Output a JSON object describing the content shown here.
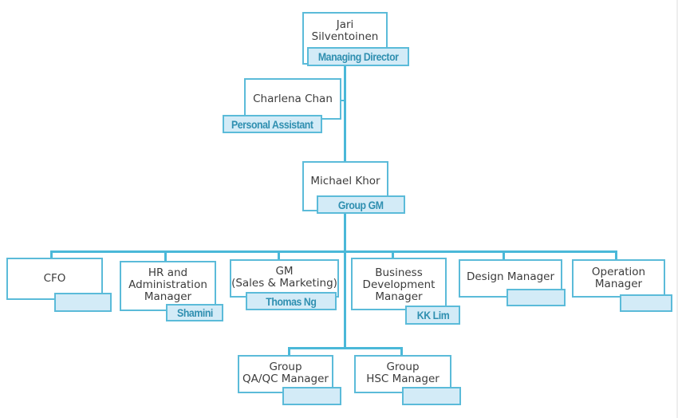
{
  "chart": {
    "title": "",
    "nodes": {
      "md": {
        "name": "Jari\nSilventoinen",
        "role": "Managing Director"
      },
      "pa": {
        "name": "Charlena Chan",
        "role": "Personal Assistant"
      },
      "ggm": {
        "name": "Michael Khor",
        "role": "Group GM"
      },
      "cfo": {
        "name": "CFO",
        "role": ""
      },
      "hr": {
        "name": "HR and\nAdministration\nManager",
        "role": "Shamini"
      },
      "gms": {
        "name": "GM\n(Sales & Marketing)",
        "role": "Thomas Ng"
      },
      "bd": {
        "name": "Business\nDevelopment\nManager",
        "role": "KK Lim"
      },
      "des": {
        "name": "Design Manager",
        "role": ""
      },
      "ops": {
        "name": "Operation\nManager",
        "role": ""
      },
      "qa": {
        "name": "Group\nQA/QC Manager",
        "role": ""
      },
      "hsc": {
        "name": "Group\nHSC Manager",
        "role": ""
      }
    },
    "colors": {
      "line": "#4ab8d8",
      "tag_fill": "#d3ebf7",
      "tag_text": "#2f8fb0"
    }
  }
}
